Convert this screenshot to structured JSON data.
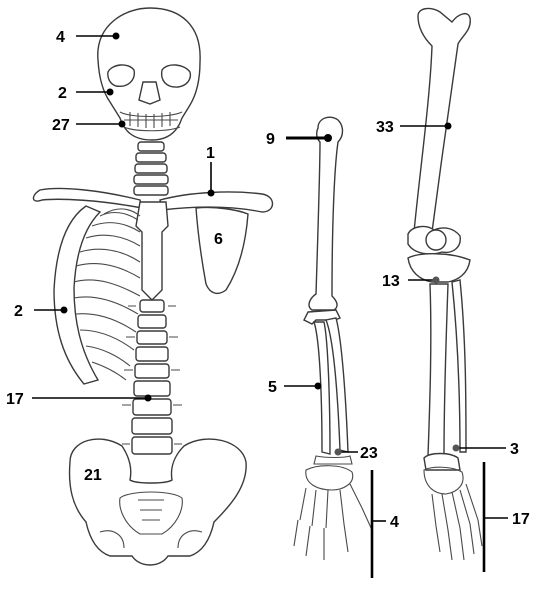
{
  "labels": {
    "skull_top": "4",
    "skull_eye": "2",
    "jaw": "27",
    "clavicle": "1",
    "scapula": "6",
    "ribs": "2",
    "spine": "17",
    "pelvis": "21",
    "humerus": "9",
    "radius_ulna": "5",
    "wrist": "23",
    "hand": "4",
    "femur": "33",
    "patella": "13",
    "fibula": "3",
    "foot": "17"
  },
  "colors": {
    "line": "#000000",
    "bone_outline": "#3a3a3a",
    "background": "#ffffff"
  }
}
